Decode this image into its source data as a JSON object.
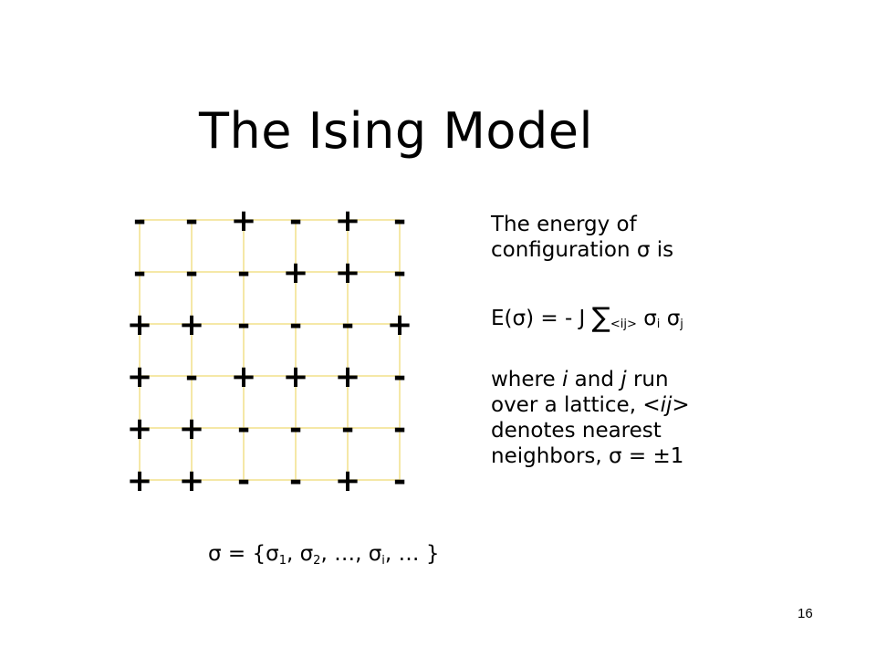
{
  "slide": {
    "title": "The Ising Model",
    "page_number": "16"
  },
  "lattice": {
    "grid_color": "#f2e08a",
    "rows": [
      [
        "-",
        "-",
        "+",
        "-",
        "+",
        "-"
      ],
      [
        "-",
        "-",
        "-",
        "+",
        "+",
        "-"
      ],
      [
        "+",
        "+",
        "-",
        "-",
        "-",
        "+"
      ],
      [
        "+",
        "-",
        "+",
        "+",
        "+",
        "-"
      ],
      [
        "+",
        "+",
        "-",
        "-",
        "-",
        "-"
      ],
      [
        "+",
        "+",
        "-",
        "-",
        "+",
        "-"
      ]
    ]
  },
  "text": {
    "energy_intro_line1": "The energy of",
    "energy_intro_line2": "configuration σ is",
    "formula_lhs": "E(σ) = - J",
    "formula_sum": "∑",
    "formula_sub": "<ij>",
    "formula_sigma_i": "σ",
    "formula_sub_i": "i",
    "formula_sigma_j": "σ",
    "formula_sub_j": "j",
    "where_word": "where",
    "var_i": "i",
    "and_word": "and",
    "var_j": "j",
    "run_over": "run",
    "line2_prefix": "over a lattice,",
    "ij_symbol": "<ij>",
    "line3": "denotes nearest",
    "line4": "neighbors, σ = ±1"
  },
  "sequence": {
    "open": "σ = {σ",
    "sub1": "1",
    "sep1": ", σ",
    "sub2": "2",
    "sep2": ", …, σ",
    "subi": "i",
    "close": ", … }"
  }
}
